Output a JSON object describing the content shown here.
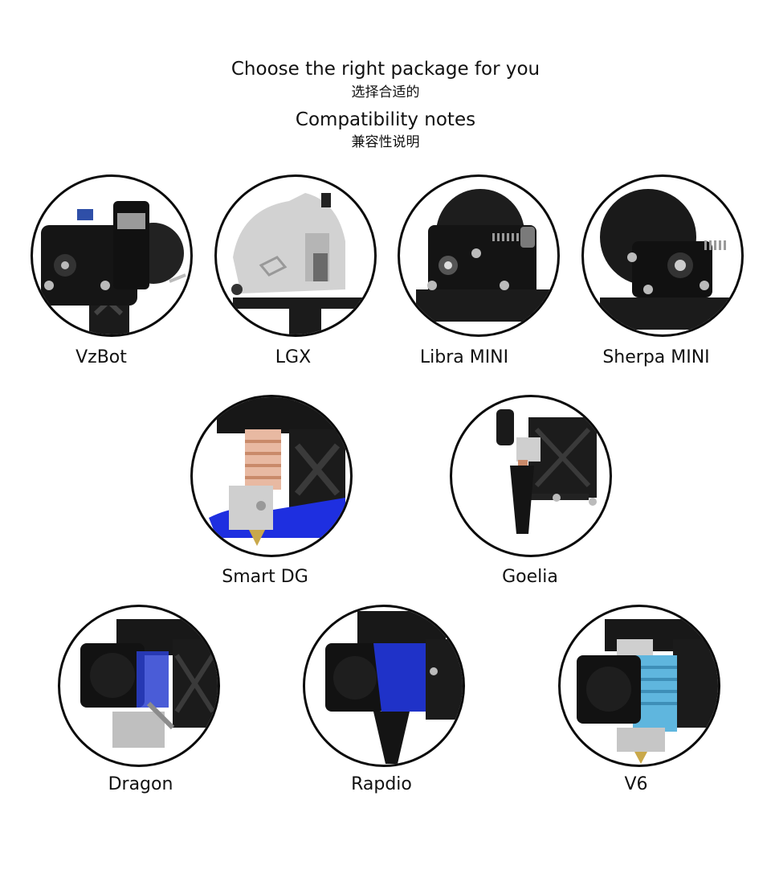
{
  "header": {
    "title_en": "Choose the right package for you",
    "title_zh": "选择合适的",
    "subtitle_en": "Compatibility notes",
    "subtitle_zh": "兼容性说明"
  },
  "packages": [
    {
      "name": "VzBot",
      "accent": "#2f4fa8"
    },
    {
      "name": "LGX",
      "accent": "#c9c9c9"
    },
    {
      "name": "Libra MINI",
      "accent": "#8a8a8a"
    },
    {
      "name": "Sherpa MINI",
      "accent": "#8a8a8a"
    },
    {
      "name": "Smart DG",
      "accent": "#1e2fe0"
    },
    {
      "name": "Goelia",
      "accent": "#c98a6a"
    },
    {
      "name": "Dragon",
      "accent": "#2a3fd0"
    },
    {
      "name": "Rapdio",
      "accent": "#1f32c8"
    },
    {
      "name": "V6",
      "accent": "#5fb6de"
    }
  ],
  "colors": {
    "outline": "#0b0b0b",
    "black_part": "#151515",
    "frame": "#1b1b1b"
  }
}
